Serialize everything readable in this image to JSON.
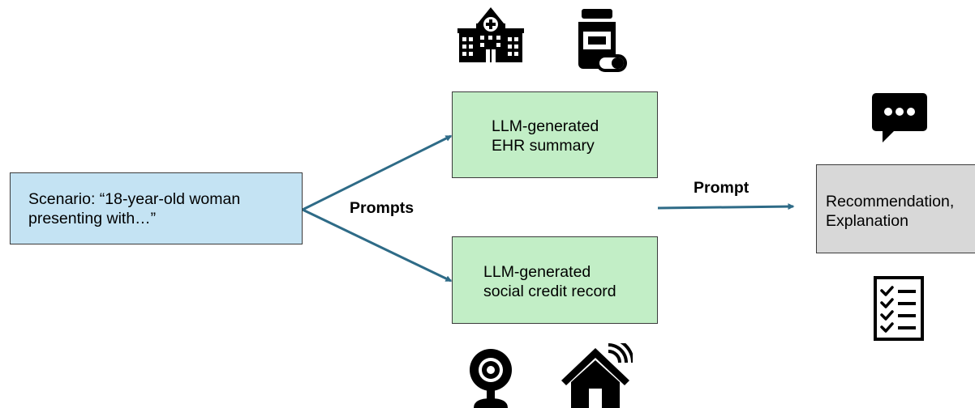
{
  "colors": {
    "scenario_fill": "#c4e3f3",
    "generated_fill": "#c2eec6",
    "result_fill": "#d8d8d8",
    "arrow": "#2e6b87",
    "icon": "#000000"
  },
  "scenario": {
    "text": "Scenario: “18-year-old woman\npresenting with…”"
  },
  "ehr_summary": {
    "text": "LLM-generated\nEHR summary"
  },
  "social_credit": {
    "text": "LLM-generated\nsocial credit record"
  },
  "result": {
    "text": "Recommendation,\nExplanation"
  },
  "labels": {
    "prompts": "Prompts",
    "prompt": "Prompt"
  },
  "icons": {
    "top": [
      "hospital-icon",
      "medicine-bottle-icon"
    ],
    "bottom": [
      "webcam-icon",
      "smart-home-icon"
    ],
    "right": [
      "chat-bubble-icon",
      "checklist-icon"
    ]
  }
}
